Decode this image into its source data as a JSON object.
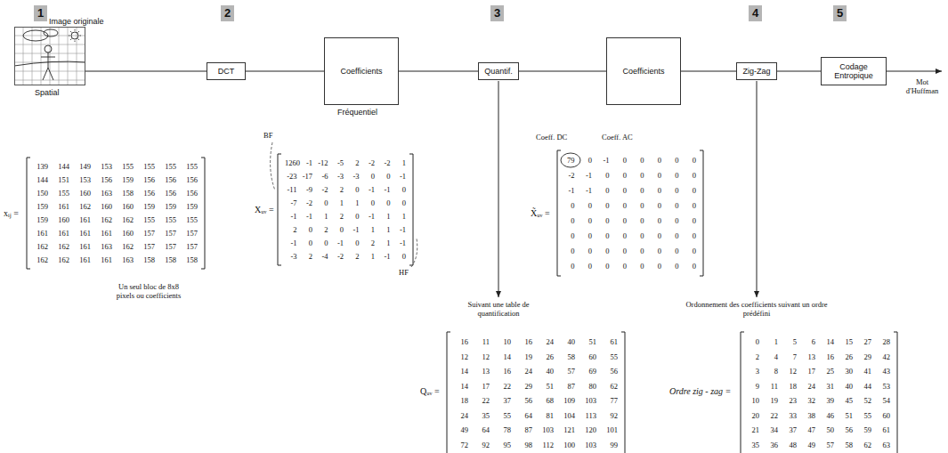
{
  "diagram": {
    "nodes": [
      {
        "text": [
          "Image originale",
          "Spatial"
        ]
      },
      {
        "text": [
          "DCT"
        ]
      },
      {
        "text": [
          "Coefficients",
          "Fréquentiel"
        ]
      },
      {
        "text": [
          "Quantif."
        ]
      },
      {
        "text": [
          "Coefficients"
        ]
      },
      {
        "text": [
          "Zig-Zag"
        ]
      },
      {
        "text": [
          "Codage Entropique"
        ]
      }
    ],
    "edges": [
      {
        "from": 0,
        "to": 1,
        "arrow": "none"
      },
      {
        "from": 1,
        "to": 2,
        "arrow": "none"
      },
      {
        "from": 2,
        "to": 3,
        "arrow": "none"
      },
      {
        "from": 3,
        "to": 4,
        "arrow": "none"
      },
      {
        "from": 4,
        "to": 5,
        "arrow": "none"
      },
      {
        "from": 5,
        "to": 6,
        "arrow": "none"
      }
    ],
    "labels": [
      "1",
      "2",
      "3",
      "4",
      "5",
      "xᵢⱼ =",
      "139",
      "144",
      "149",
      "153",
      "155",
      "155",
      "155",
      "155",
      "144",
      "151",
      "153",
      "156",
      "159",
      "156",
      "156",
      "156",
      "150",
      "155",
      "160",
      "163",
      "158",
      "156",
      "156",
      "156",
      "159",
      "161",
      "162",
      "160",
      "160",
      "159",
      "159",
      "159",
      "159",
      "160",
      "161",
      "162",
      "162",
      "155",
      "155",
      "155",
      "161",
      "161",
      "161",
      "161",
      "160",
      "157",
      "157",
      "157",
      "162",
      "162",
      "161",
      "163",
      "162",
      "157",
      "157",
      "157",
      "162",
      "162",
      "161",
      "161",
      "163",
      "158",
      "158",
      "158",
      "Un seul bloc de 8x8 pixels ou coefficients",
      "BF",
      "Xᵤᵥ =",
      "1260",
      "-1",
      "-12",
      "-5",
      "2",
      "-2",
      "-2",
      "1",
      "-23",
      "-17",
      "-6",
      "-3",
      "-3",
      "0",
      "0",
      "-1",
      "-11",
      "-9",
      "-2",
      "2",
      "0",
      "-1",
      "-1",
      "0",
      "-7",
      "-2",
      "0",
      "1",
      "1",
      "0",
      "0",
      "0",
      "-1",
      "-1",
      "1",
      "2",
      "0",
      "-1",
      "1",
      "1",
      "2",
      "0",
      "2",
      "0",
      "-1",
      "1",
      "1",
      "-1",
      "-1",
      "0",
      "0",
      "-1",
      "0",
      "2",
      "1",
      "-1",
      "-3",
      "2",
      "-4",
      "-2",
      "2",
      "1",
      "-1",
      "0",
      "HF",
      "Coeff. DC",
      "Coeff. AC",
      "X̃ᵤᵥ =",
      "79",
      "0",
      "-1",
      "0",
      "0",
      "0",
      "0",
      "0",
      "-2",
      "-1",
      "0",
      "0",
      "0",
      "0",
      "0",
      "0",
      "-1",
      "-1",
      "0",
      "0",
      "0",
      "0",
      "0",
      "0",
      "0",
      "0",
      "0",
      "0",
      "0",
      "0",
      "0",
      "0",
      "0",
      "0",
      "0",
      "0",
      "0",
      "0",
      "0",
      "0",
      "0",
      "0",
      "0",
      "0",
      "0",
      "0",
      "0",
      "0",
      "0",
      "0",
      "0",
      "0",
      "0",
      "0",
      "0",
      "0",
      "0",
      "0",
      "0",
      "0",
      "0",
      "0",
      "0",
      "0",
      "Suivant une table de quantification",
      "Qᵤᵥ =",
      "16",
      "11",
      "10",
      "16",
      "24",
      "40",
      "51",
      "61",
      "12",
      "12",
      "14",
      "19",
      "26",
      "58",
      "60",
      "55",
      "14",
      "13",
      "16",
      "24",
      "40",
      "57",
      "69",
      "56",
      "14",
      "17",
      "22",
      "29",
      "51",
      "87",
      "80",
      "62",
      "18",
      "22",
      "37",
      "56",
      "68",
      "109",
      "103",
      "77",
      "24",
      "35",
      "55",
      "64",
      "81",
      "104",
      "113",
      "92",
      "49",
      "64",
      "78",
      "87",
      "103",
      "121",
      "120",
      "101",
      "72",
      "92",
      "95",
      "98",
      "112",
      "100",
      "103",
      "99",
      "Ordonnement des coefficients suivant un ordre prédéfini",
      "Ordre zig - zag =",
      "0",
      "1",
      "5",
      "6",
      "14",
      "15",
      "27",
      "28",
      "2",
      "4",
      "7",
      "13",
      "16",
      "26",
      "29",
      "42",
      "3",
      "8",
      "12",
      "17",
      "25",
      "30",
      "41",
      "43",
      "9",
      "11",
      "18",
      "24",
      "31",
      "40",
      "44",
      "53",
      "10",
      "19",
      "23",
      "32",
      "39",
      "45",
      "52",
      "54",
      "20",
      "22",
      "33",
      "38",
      "46",
      "51",
      "55",
      "60",
      "21",
      "34",
      "37",
      "47",
      "50",
      "56",
      "59",
      "61",
      "35",
      "36",
      "48",
      "49",
      "57",
      "58",
      "62",
      "63",
      "Mot d'Huffman"
    ]
  }
}
